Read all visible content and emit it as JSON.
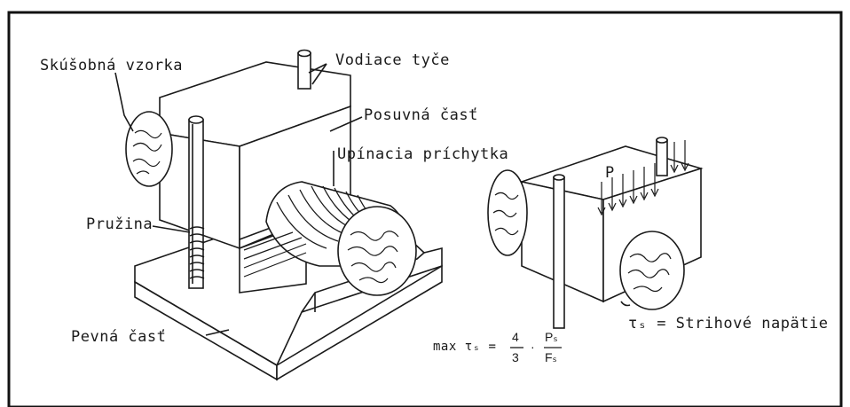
{
  "labels": {
    "sample": "Skúšobná vzorka",
    "guide_rods": "Vodiace tyče",
    "sliding_part": "Posuvná časť",
    "clamping_holder": "Upínacia príchytka",
    "spring": "Pružina",
    "fixed_part": "Pevná časť",
    "force": "P",
    "shear_stress": "τₛ = Strihové napätie"
  },
  "formula": {
    "lhs": "max τₛ =",
    "num": "4",
    "den": "3",
    "dot": "·",
    "p": "Pₛ",
    "f": "Fₛ"
  }
}
